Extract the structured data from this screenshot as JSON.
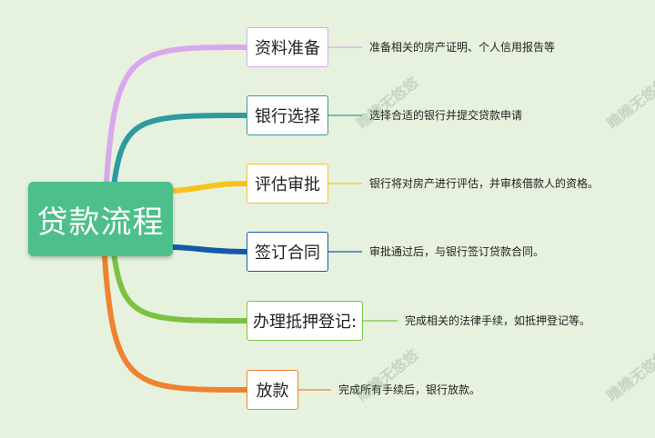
{
  "root": {
    "label": "贷款流程",
    "color": "#4cbf8a"
  },
  "branches": [
    {
      "label": "资料准备",
      "desc": "准备相关的房产证明、个人信用报告等",
      "color": "#d9a8ec"
    },
    {
      "label": "银行选择",
      "desc": "选择合适的银行并提交贷款申请",
      "color": "#2e9aa0"
    },
    {
      "label": "评估审批",
      "desc": "银行将对房产进行评估，并审核借款人的资格。",
      "color": "#f6c21f"
    },
    {
      "label": "签订合同",
      "desc": "审批通过后，与银行签订贷款合同。",
      "color": "#1558a8"
    },
    {
      "label": "办理抵押登记:",
      "desc": "完成相关的法律手续，如抵押登记等。",
      "color": "#7cc142"
    },
    {
      "label": "放款",
      "desc": "完成所有手续后，银行放款。",
      "color": "#ee8330"
    }
  ],
  "watermark": "瞧瞧无悠悠"
}
